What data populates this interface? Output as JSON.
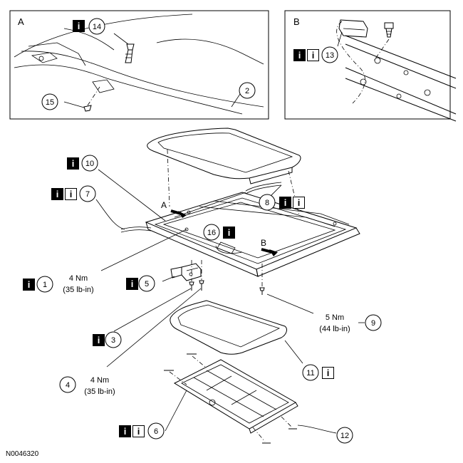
{
  "figure_id": "N0046320",
  "insets": {
    "a": {
      "label": "A"
    },
    "b": {
      "label": "B"
    }
  },
  "view_arrows": {
    "a": {
      "label": "A"
    },
    "b": {
      "label": "B"
    }
  },
  "info_icon": {
    "glyph": "i",
    "fill_color": "#000000",
    "outline_color": "#000000"
  },
  "callouts": {
    "c1": {
      "number": "1"
    },
    "c2": {
      "number": "2"
    },
    "c3": {
      "number": "3"
    },
    "c4": {
      "number": "4"
    },
    "c5": {
      "number": "5"
    },
    "c6": {
      "number": "6"
    },
    "c7": {
      "number": "7"
    },
    "c8": {
      "number": "8"
    },
    "c9": {
      "number": "9"
    },
    "c10": {
      "number": "10"
    },
    "c11": {
      "number": "11"
    },
    "c12": {
      "number": "12"
    },
    "c13": {
      "number": "13"
    },
    "c14": {
      "number": "14"
    },
    "c15": {
      "number": "15"
    },
    "c16": {
      "number": "16"
    }
  },
  "torques": {
    "t1": {
      "nm": "4 Nm",
      "lbin": "(35 lb-in)"
    },
    "t4": {
      "nm": "4 Nm",
      "lbin": "(35 lb-in)"
    },
    "t9": {
      "nm": "5 Nm",
      "lbin": "(44 lb-in)"
    }
  }
}
